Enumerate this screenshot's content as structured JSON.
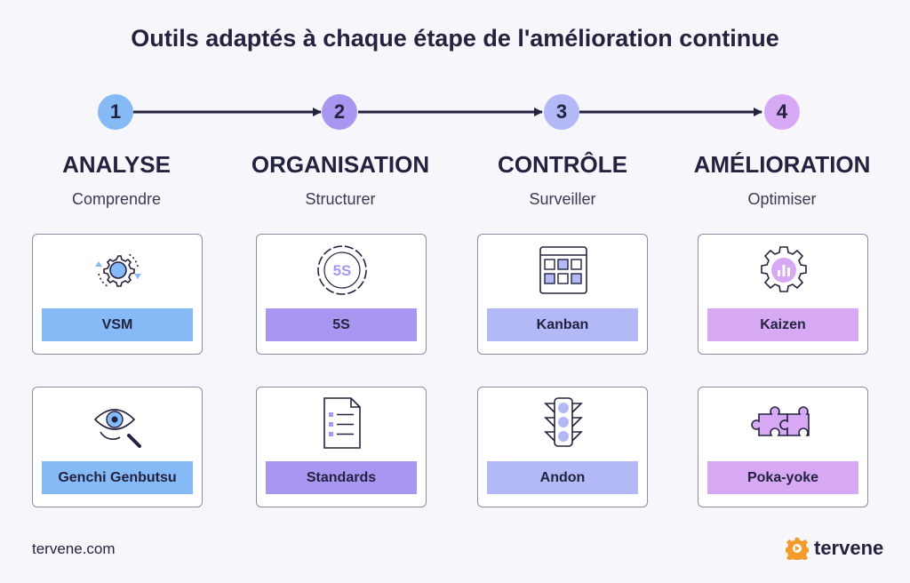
{
  "title": "Outils adaptés à chaque étape de l'amélioration continue",
  "colors": {
    "blue": "#85baf6",
    "purple": "#a996f1",
    "lavender": "#b3b9f7",
    "pink": "#d7a9f4",
    "dark": "#23233f"
  },
  "phases": [
    {
      "number": "1",
      "title": "ANALYSE",
      "subtitle": "Comprendre",
      "tools": [
        {
          "label": "VSM",
          "icon": "gear-cycle-icon"
        },
        {
          "label": "Genchi Genbutsu",
          "icon": "eye-magnifier-icon"
        }
      ]
    },
    {
      "number": "2",
      "title": "ORGANISATION",
      "subtitle": "Structurer",
      "tools": [
        {
          "label": "5S",
          "icon": "5s-circle-icon",
          "icon_text": "5S"
        },
        {
          "label": "Standards",
          "icon": "document-checklist-icon"
        }
      ]
    },
    {
      "number": "3",
      "title": "CONTRÔLE",
      "subtitle": "Surveiller",
      "tools": [
        {
          "label": "Kanban",
          "icon": "kanban-board-icon"
        },
        {
          "label": "Andon",
          "icon": "andon-light-icon"
        }
      ]
    },
    {
      "number": "4",
      "title": "AMÉLIORATION",
      "subtitle": "Optimiser",
      "tools": [
        {
          "label": "Kaizen",
          "icon": "gear-chart-icon"
        },
        {
          "label": "Poka-yoke",
          "icon": "puzzle-icon"
        }
      ]
    }
  ],
  "footer": {
    "url": "tervene.com",
    "logo_text": "tervene",
    "logo_icon": "tervene-gear-logo-icon"
  }
}
